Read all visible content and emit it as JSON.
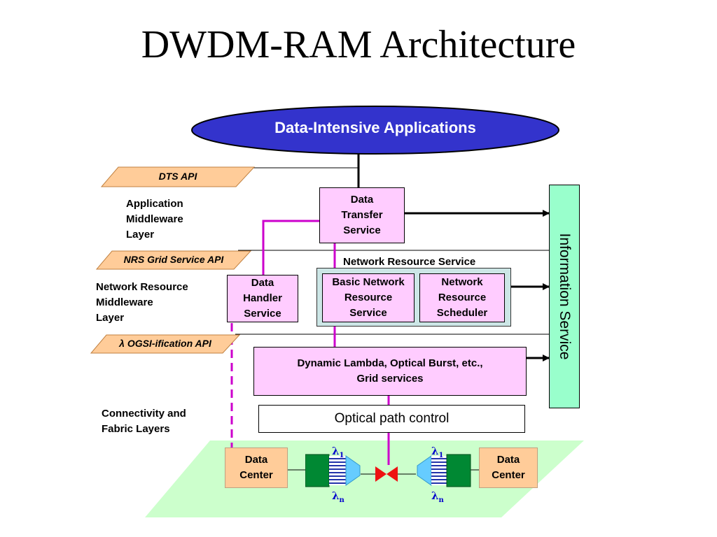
{
  "title": "DWDM-RAM Architecture",
  "apps": {
    "label": "Data-Intensive Applications"
  },
  "apis": {
    "dts": "DTS API",
    "nrs": "NRS Grid Service API",
    "ogsi_symbol": "λ",
    "ogsi": "OGSI-ification API"
  },
  "layers": {
    "app_middleware": [
      "Application",
      "Middleware",
      "Layer"
    ],
    "nr_middleware": [
      "Network Resource",
      "Middleware",
      "Layer"
    ],
    "connectivity": [
      "Connectivity and",
      "Fabric Layers"
    ]
  },
  "boxes": {
    "dts": [
      "Data",
      "Transfer",
      "Service"
    ],
    "nrs_title": "Network Resource Service",
    "dhs": [
      "Data",
      "Handler",
      "Service"
    ],
    "bnrs": [
      "Basic Network",
      "Resource",
      "Service"
    ],
    "nrsch": [
      "Network",
      "Resource",
      "Scheduler"
    ],
    "dynamic": [
      "Dynamic Lambda, Optical Burst, etc.,",
      "Grid services"
    ],
    "optical": "Optical path control",
    "info": "Information Service"
  },
  "fabric": {
    "dc_left": [
      "Data",
      "Center"
    ],
    "dc_right": [
      "Data",
      "Center"
    ],
    "lambda_symbol": "λ",
    "lambda_1": "1",
    "lambda_n": "n"
  },
  "colors": {
    "ellipse": "#3333cc",
    "pink": "#ffccff",
    "info": "#99ffcc",
    "api": "#ffcc99",
    "fabric": "#ccffcc",
    "magenta_line": "#cc00cc",
    "green_link": "#00aa00"
  }
}
